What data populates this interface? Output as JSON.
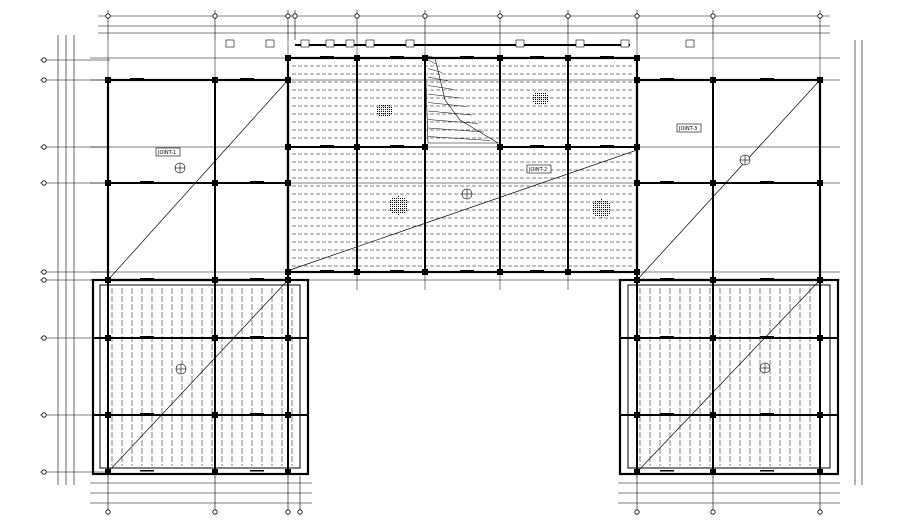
{
  "drawing": {
    "type": "floor framing plan (CAD)",
    "joint_labels": [
      {
        "id": "joint-1",
        "text": "JOINT-1"
      },
      {
        "id": "joint-2",
        "text": "JOINT-2"
      },
      {
        "id": "joint-3",
        "text": "JOINT-3"
      }
    ],
    "colors": {
      "line": "#000000",
      "background": "#ffffff",
      "hatch": "#000000"
    }
  }
}
